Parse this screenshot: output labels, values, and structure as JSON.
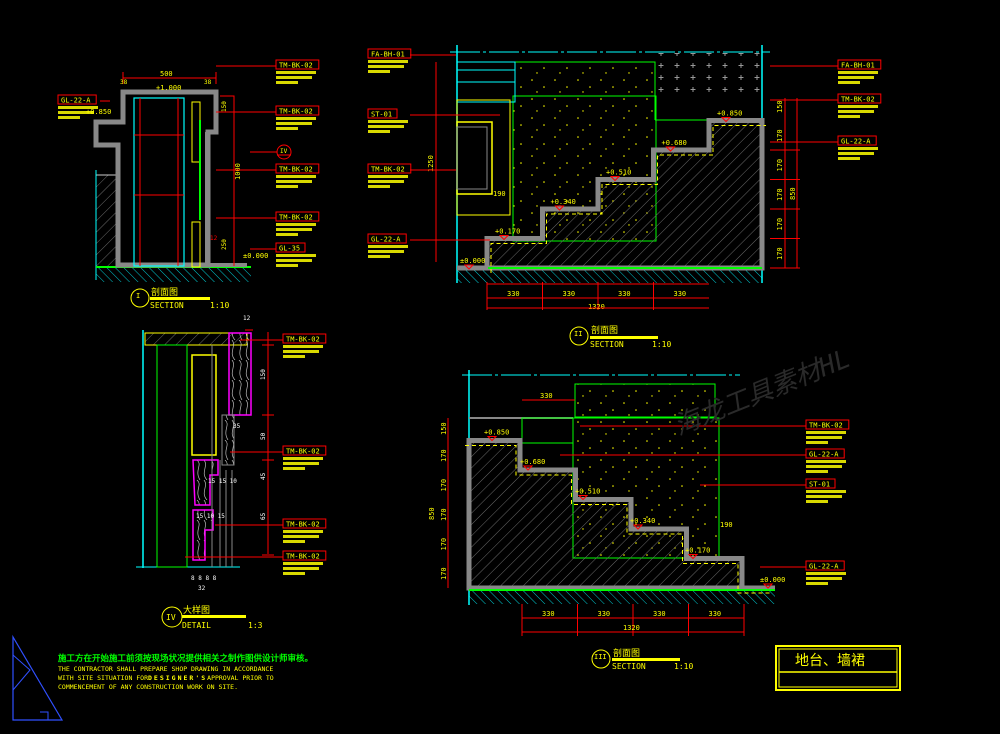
{
  "title_block": {
    "title": "地台、墙裙"
  },
  "watermark": "海龙工具素材HL",
  "notes": {
    "cn": "施工方在开始施工前须按现场状况提供相关之制作图供设计师审核。",
    "en_line1": "THE CONTRACTOR SHALL PREPARE SHOP DRAWING IN ACCORDANCE",
    "en_line2_a": "WITH SITE SITUATION FOR",
    "en_line2_b": "DESIGNER'S",
    "en_line2_c": "APPROVAL PRIOR TO",
    "en_line3": "COMMENCEMENT OF ANY CONSTRUCTION WORK ON SITE."
  },
  "views": {
    "section_1": {
      "symbol": "I",
      "cn": "剖面图",
      "en": "SECTION",
      "scale": "1:10"
    },
    "section_2": {
      "symbol": "II",
      "cn": "剖面图",
      "en": "SECTION",
      "scale": "1:10"
    },
    "section_3": {
      "symbol": "III",
      "cn": "剖面图",
      "en": "SECTION",
      "scale": "1:10"
    },
    "detail_4": {
      "symbol": "IV",
      "cn": "大样图",
      "en": "DETAIL",
      "scale": "1:3"
    }
  },
  "elevations": [
    "±0.000",
    "+0.170",
    "+0.340",
    "+0.510",
    "+0.680",
    "+0.850"
  ],
  "dimensions": {
    "tread": "330",
    "total_run": "1320",
    "riser": "170",
    "top": "150",
    "total_rise": "850",
    "height": "1250",
    "offset": "190",
    "s1_width": "500",
    "s1_side": "38",
    "s1_height": "1000",
    "s1_top": "150",
    "s1_bottom": "250",
    "s1_small": "12",
    "s1_level_top": "+1.000",
    "s1_level_left": "+0.850",
    "s1_level_floor": "±0.000",
    "d4_top": "12",
    "d4_150": "150",
    "d4_35": "35",
    "d4_50": "50",
    "d4_45": "45",
    "d4_65": "65",
    "d4_151510": "15 15 10",
    "d4_151015": "15 10 15",
    "d4_bottom_a": "8 8 8 8",
    "d4_bottom_b": "32"
  },
  "callouts": {
    "section_1": [
      "TM-BK-02",
      "TM-BK-02",
      "TM-BK-02",
      "TM-BK-02",
      "GL-35",
      "GL-22-A"
    ],
    "section_2_left": [
      "FA-BH-01",
      "ST-01",
      "TM-BK-02",
      "GL-22-A"
    ],
    "section_2_right": [
      "FA-BH-01",
      "TM-BK-02",
      "GL-22-A"
    ],
    "section_3": [
      "TM-BK-02",
      "GL-22-A",
      "ST-01",
      "GL-22-A"
    ],
    "detail_4": [
      "TM-BK-02",
      "TM-BK-02",
      "TM-BK-02",
      "TM-BK-02"
    ],
    "ref_symbol": "IV"
  },
  "colors": {
    "red": "#ff0000",
    "yellow": "#ffff00",
    "green": "#00ff00",
    "cyan": "#00ffff",
    "gray": "#808080",
    "magenta": "#ff00ff",
    "blue": "#3050ff"
  }
}
